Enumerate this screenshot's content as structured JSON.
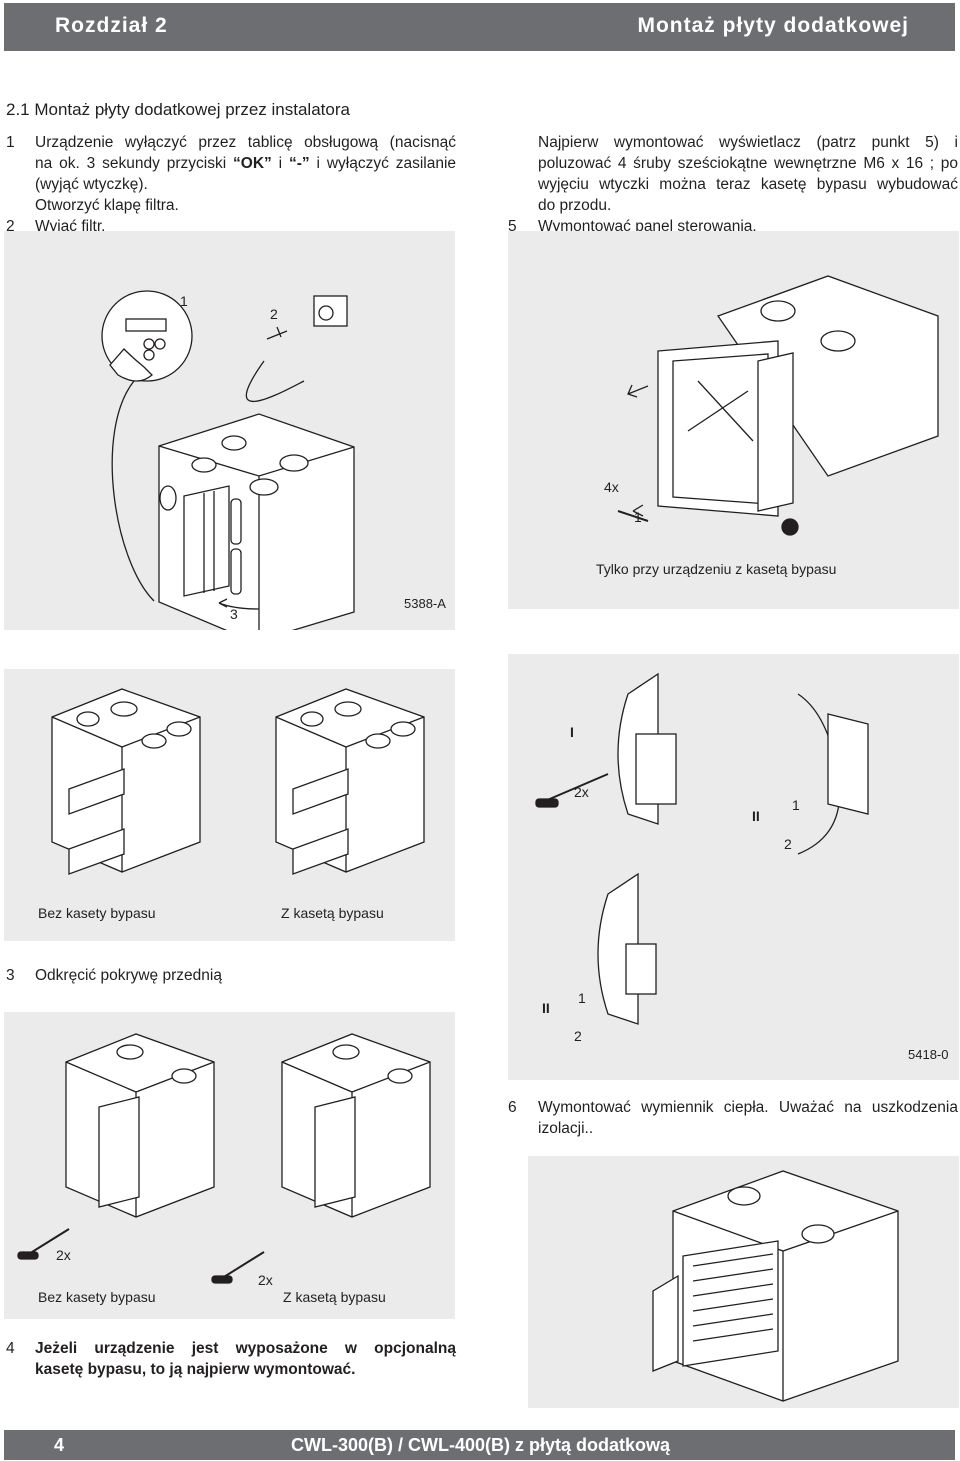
{
  "header": {
    "chapter": "Rozdział 2",
    "title": "Montaż płyty dodatkowej"
  },
  "section": {
    "title": "2.1 Montaż płyty dodatkowej przez instalatora"
  },
  "steps_left": [
    {
      "num": "1",
      "lines": [
        "Urządzenie wyłączyć przez tablicę obsługową (nacisnąć",
        "na ok. 3 sekundy przyciski",
        "i",
        "i wyłączyć zasilanie",
        "(wyjąć wtyczkę).",
        "Otworzyć klapę filtra."
      ],
      "key_ok": "OK",
      "key_minus": "-"
    },
    {
      "num": "2",
      "text": "Wyjąć filtr."
    }
  ],
  "steps_right": {
    "intro": [
      "Najpierw wymontować wyświetlacz (patrz punkt 5) i",
      "poluzować 4 śruby sześciokątne wewnętrzne M6 x 16 ; po",
      "wyjęciu wtyczki można teraz kasetę bypasu wybudować",
      "do przodu."
    ],
    "step5_num": "5",
    "step5_text": "Wymontować panel sterowania."
  },
  "figure1": {
    "c1": "1",
    "c2": "2",
    "c3": "3",
    "code": "5388-A"
  },
  "figure_bypass": {
    "count": "4x",
    "c1": "1",
    "caption": "Tylko przy urządzeniu z kasetą bypasu"
  },
  "figure2": {
    "left_label": "Bez kasety bypasu",
    "right_label": "Z kasetą bypasu"
  },
  "figure_panel": {
    "roman1": "I",
    "count": "2x",
    "roman2": "II",
    "c1": "1",
    "c2": "2",
    "roman2b": "II",
    "c1b": "1",
    "c2b": "2",
    "code": "5418-0"
  },
  "step3": {
    "num": "3",
    "text": "Odkręcić pokrywę przednią"
  },
  "figure3": {
    "count1": "2x",
    "count2": "2x",
    "left_label": "Bez kasety bypasu",
    "right_label": "Z kasetą bypasu"
  },
  "step4": {
    "num": "4",
    "lines": [
      "Jeżeli urządzenie jest wyposażone w opcjonalną",
      "kasetę bypasu, to ją najpierw wymontować."
    ]
  },
  "step6": {
    "num": "6",
    "lines": [
      "Wymontować wymiennik ciepła. Uważać na uszkodzenia",
      "izolacji.."
    ]
  },
  "footer": {
    "page": "4",
    "title": "CWL-300(B) / CWL-400(B) z płytą dodatkową"
  }
}
